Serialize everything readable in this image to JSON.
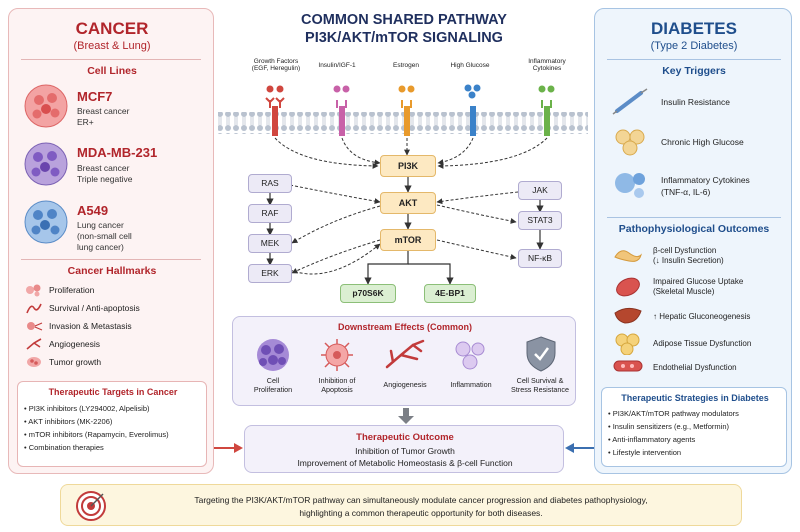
{
  "cancer": {
    "title": "CANCER",
    "subtitle": "(Breast & Lung)",
    "cell_lines_heading": "Cell Lines",
    "cell_lines": [
      {
        "name": "MCF7",
        "desc1": "Breast cancer",
        "desc2": "ER+",
        "desc3": ""
      },
      {
        "name": "MDA-MB-231",
        "desc1": "Breast cancer",
        "desc2": "Triple negative",
        "desc3": ""
      },
      {
        "name": "A549",
        "desc1": "Lung cancer",
        "desc2": "(non-small cell",
        "desc3": "lung cancer)"
      }
    ],
    "hallmarks_heading": "Cancer Hallmarks",
    "hallmarks": [
      "Proliferation",
      "Survival / Anti-apoptosis",
      "Invasion & Metastasis",
      "Angiogenesis",
      "Tumor growth"
    ],
    "therapeutic_heading": "Therapeutic Targets in Cancer",
    "therapeutic": [
      "PI3K inhibitors (LY294002, Alpelisib)",
      "AKT inhibitors (MK-2206)",
      "mTOR inhibitors (Rapamycin, Everolimus)",
      "Combination therapies"
    ]
  },
  "center": {
    "title": "COMMON SHARED PATHWAY",
    "subtitle": "PI3K/AKT/mTOR SIGNALING",
    "receptors": [
      {
        "line1": "Growth Factors",
        "line2": "(EGF, Heregulin)",
        "color": "#d0473f"
      },
      {
        "line1": "Insulin/IGF-1",
        "line2": "",
        "color": "#c861a8"
      },
      {
        "line1": "Estrogen",
        "line2": "",
        "color": "#e89a2c"
      },
      {
        "line1": "High Glucose",
        "line2": "",
        "color": "#3b82c9"
      },
      {
        "line1": "Inflammatory",
        "line2": "Cytokines",
        "color": "#6bb24a"
      }
    ],
    "core": {
      "pi3k": "PI3K",
      "akt": "AKT",
      "mtor": "mTOR"
    },
    "left_chain": [
      "RAS",
      "RAF",
      "MEK",
      "ERK"
    ],
    "right_chain": [
      "JAK",
      "STAT3",
      "NF-κB"
    ],
    "effectors": [
      "p70S6K",
      "4E-BP1"
    ],
    "downstream_heading": "Downstream Effects (Common)",
    "downstream": [
      {
        "line1": "Cell",
        "line2": "Proliferation"
      },
      {
        "line1": "Inhibition of",
        "line2": "Apoptosis"
      },
      {
        "line1": "Angiogenesis",
        "line2": ""
      },
      {
        "line1": "Inflammation",
        "line2": ""
      },
      {
        "line1": "Cell Survival &",
        "line2": "Stress Resistance"
      }
    ],
    "outcome_heading": "Therapeutic Outcome",
    "outcome_line1": "Inhibition of Tumor Growth",
    "outcome_line2": "Improvement of Metabolic Homeostasis & β-cell Function"
  },
  "diabetes": {
    "title": "DIABETES",
    "subtitle": "(Type 2 Diabetes)",
    "triggers_heading": "Key Triggers",
    "triggers": [
      {
        "line1": "Insulin Resistance",
        "line2": ""
      },
      {
        "line1": "Chronic High Glucose",
        "line2": ""
      },
      {
        "line1": "Inflammatory Cytokines",
        "line2": "(TNF-α, IL-6)"
      }
    ],
    "outcomes_heading": "Pathophysiological Outcomes",
    "outcomes": [
      {
        "line1": "β-cell Dysfunction",
        "line2": "(↓ Insulin Secretion)"
      },
      {
        "line1": "Impaired Glucose Uptake",
        "line2": "(Skeletal Muscle)"
      },
      {
        "line1": "↑ Hepatic Gluconeogenesis",
        "line2": ""
      },
      {
        "line1": "Adipose Tissue Dysfunction",
        "line2": ""
      },
      {
        "line1": "Endothelial Dysfunction",
        "line2": ""
      }
    ],
    "therapeutic_heading": "Therapeutic Strategies in Diabetes",
    "therapeutic": [
      "PI3K/AKT/mTOR pathway modulators",
      "Insulin sensitizers (e.g., Metformin)",
      "Anti-inflammatory agents",
      "Lifestyle intervention"
    ]
  },
  "footer": {
    "line1": "Targeting the PI3K/AKT/mTOR pathway can simultaneously modulate cancer progression and diabetes pathophysiology,",
    "line2": "highlighting a common therapeutic opportunity for both diseases."
  },
  "colors": {
    "cancer_red": "#b1252b",
    "diabetes_blue": "#1f4e8c",
    "node_fill": "#fde9c2",
    "effector_green": "#dbefd2"
  }
}
